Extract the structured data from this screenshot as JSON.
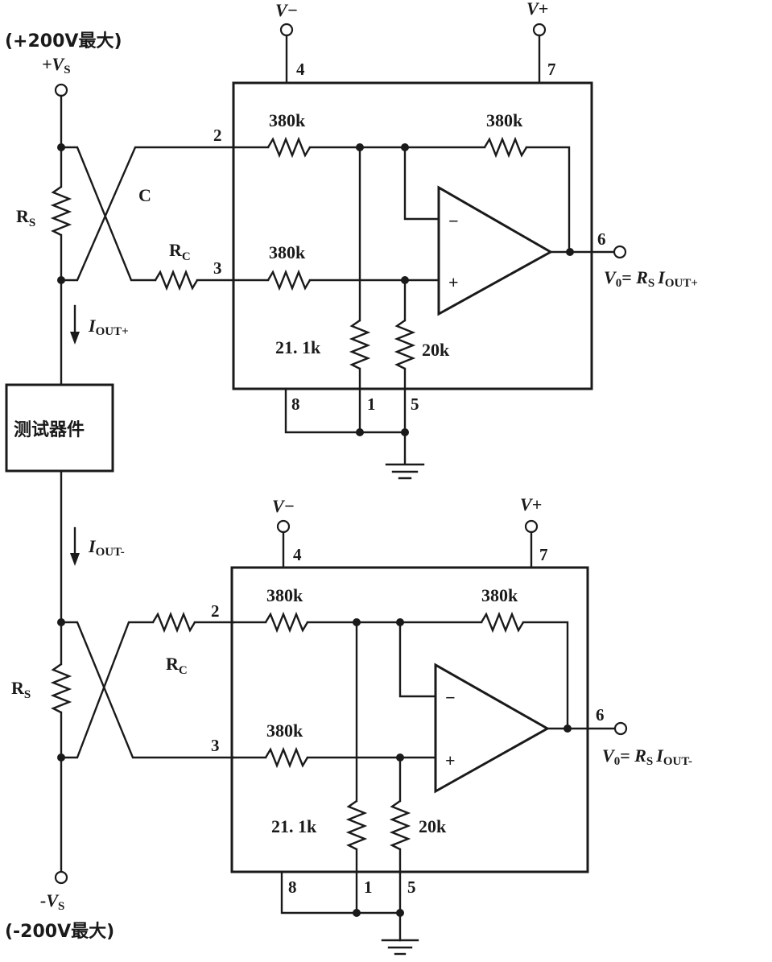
{
  "supply_top": {
    "range": "(+200V最大)",
    "label": "+V",
    "sub": "S"
  },
  "supply_bottom": {
    "range": "(-200V最大)",
    "label": "-V",
    "sub": "S"
  },
  "dut": "测试器件",
  "current_top": {
    "label": "I",
    "sub": "OUT+"
  },
  "current_bottom": {
    "label": "I",
    "sub": "OUT-"
  },
  "rs": {
    "main": "R",
    "sub": "S"
  },
  "rc": {
    "main": "R",
    "sub": "C"
  },
  "cross_label": "C",
  "amp_top": {
    "vminus": "V−",
    "vplus": "V+",
    "pin4": "4",
    "pin7": "7",
    "pin2": "2",
    "pin3": "3",
    "pin6": "6",
    "pin8": "8",
    "pin1": "1",
    "pin5": "5",
    "r_in_top": "380k",
    "r_fb": "380k",
    "r_in_bot": "380k",
    "r_21": "21. 1k",
    "r_20": "20k",
    "minus": "−",
    "plus": "+",
    "out_v": "V",
    "out_sub0": "0",
    "out_eq": "= ",
    "out_r": "R",
    "out_rsub": "S",
    "out_i": "I",
    "out_isub": "OUT+"
  },
  "amp_bottom": {
    "vminus": "V−",
    "vplus": "V+",
    "pin4": "4",
    "pin7": "7",
    "pin2": "2",
    "pin3": "3",
    "pin6": "6",
    "pin8": "8",
    "pin1": "1",
    "pin5": "5",
    "r_in_top": "380k",
    "r_fb": "380k",
    "r_in_bot": "380k",
    "r_21": "21. 1k",
    "r_20": "20k",
    "minus": "−",
    "plus": "+",
    "out_v": "V",
    "out_sub0": "0",
    "out_eq": "= ",
    "out_r": "R",
    "out_rsub": "S",
    "out_i": "I",
    "out_isub": "OUT-"
  }
}
